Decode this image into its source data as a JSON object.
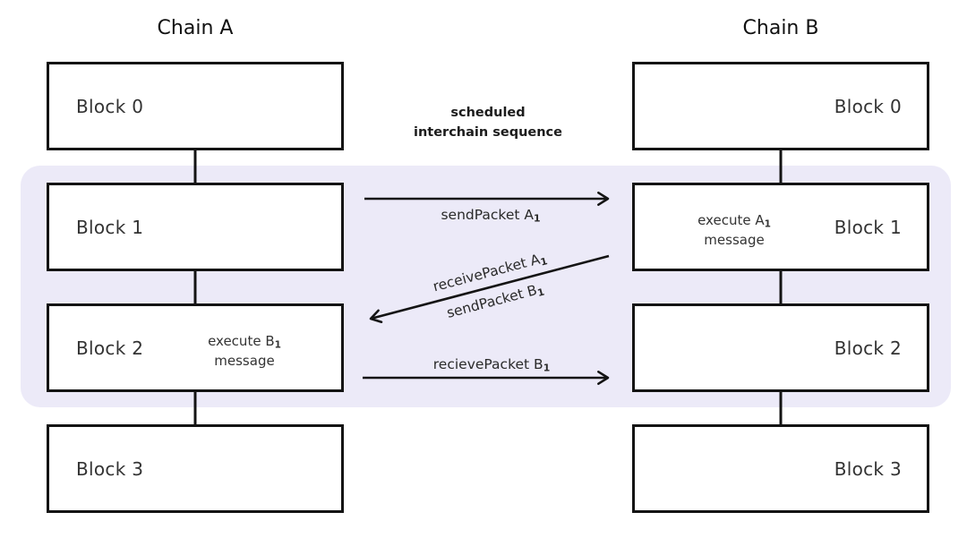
{
  "diagram": {
    "chain_a": {
      "title": "Chain A",
      "blocks": [
        "Block 0",
        "Block 1",
        "Block 2",
        "Block 3"
      ]
    },
    "chain_b": {
      "title": "Chain B",
      "blocks": [
        "Block 0",
        "Block 1",
        "Block 2",
        "Block 3"
      ]
    },
    "center_label": {
      "line1": "scheduled",
      "line2": "interchain sequence"
    },
    "arrows": {
      "send_a": {
        "text": "sendPacket A",
        "sub": "1"
      },
      "receive_a": {
        "text": "receivePacket A",
        "sub": "1"
      },
      "send_b": {
        "text": "sendPacket B",
        "sub": "1"
      },
      "receive_b": {
        "text": "recievePacket B",
        "sub": "1"
      }
    },
    "execute_a": {
      "text": "execute A",
      "sub": "1",
      "line2": "message"
    },
    "execute_b": {
      "text": "execute B",
      "sub": "1",
      "line2": "message"
    },
    "colors": {
      "highlight_band": "#ECEAF8",
      "stroke": "#141414"
    }
  }
}
